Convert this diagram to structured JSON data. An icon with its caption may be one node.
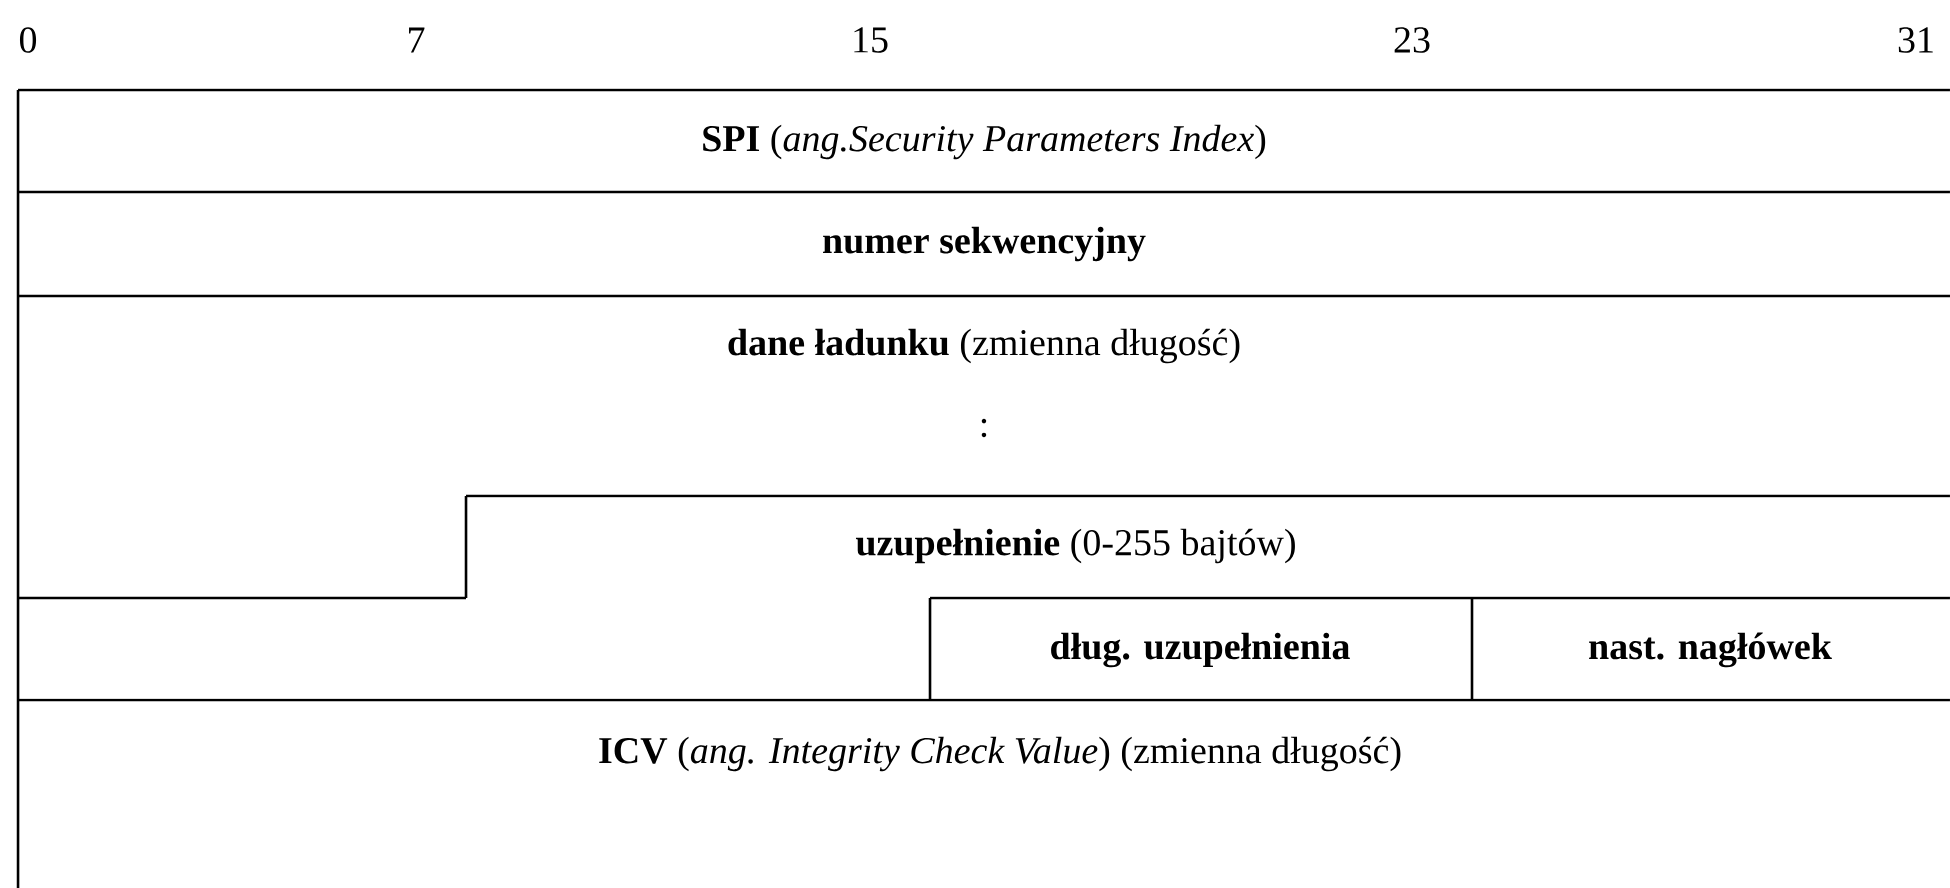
{
  "diagram": {
    "nodes": [
      {
        "text": [
          "**SPI** (*ang.Security Parameters Index*)"
        ]
      },
      {
        "text": [
          "numer sekwencyjny"
        ]
      },
      {
        "text": [
          "**dane ładunku** (zmienna długość)",
          ":"
        ]
      },
      {
        "text": [
          "**uzupełnienie** (0-255 bajtów)"
        ]
      },
      {
        "text": [
          "dług. uzupełnienia"
        ]
      },
      {
        "text": [
          "nast. nagłówek"
        ]
      },
      {
        "text": [
          "**ICV** (*ang. Integrity Check Value*) (zmienna długość)"
        ]
      }
    ],
    "labels": [
      "0",
      "7",
      "15",
      "23",
      "31"
    ]
  }
}
